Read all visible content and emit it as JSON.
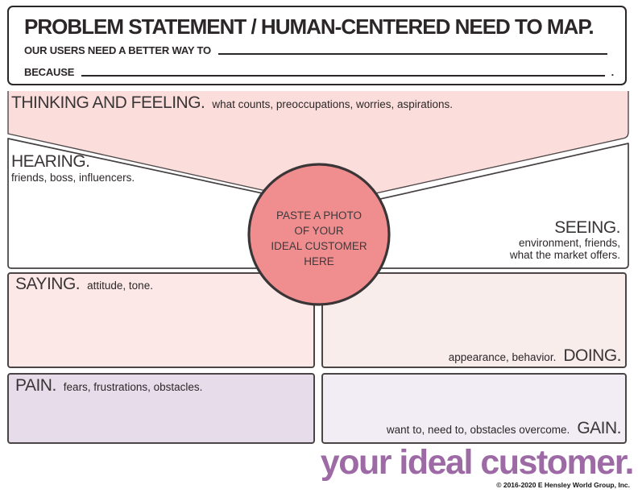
{
  "header": {
    "title": "PROBLEM STATEMENT / HUMAN-CENTERED NEED TO MAP.",
    "prompt_label": "OUR USERS NEED A BETTER WAY TO",
    "prompt_value": "",
    "because_label": "BECAUSE",
    "because_value": "",
    "because_suffix": "."
  },
  "thinking_feeling": {
    "title": "THINKING AND FEELING.",
    "subtitle": "what counts, preoccupations, worries, aspirations."
  },
  "hearing": {
    "title": "HEARING.",
    "subtitle": "friends, boss, influencers."
  },
  "seeing": {
    "title": "SEEING.",
    "subtitle_line1": "environment, friends,",
    "subtitle_line2": "what the market offers."
  },
  "saying": {
    "title": "SAYING.",
    "subtitle": "attitude, tone."
  },
  "doing": {
    "subtitle": "appearance, behavior.",
    "title": "DOING."
  },
  "pain": {
    "title": "PAIN.",
    "subtitle": "fears, frustrations, obstacles."
  },
  "gain": {
    "subtitle": "want to, need to, obstacles overcome.",
    "title": "GAIN."
  },
  "center_circle": {
    "lines": [
      "PASTE A PHOTO",
      "OF YOUR",
      "IDEAL CUSTOMER",
      "HERE"
    ]
  },
  "footer": {
    "tagline": "your ideal customer.",
    "copyright": "© 2016-2020 E Hensley World Group, Inc."
  },
  "colors": {
    "thinking_band": "#fbdedb",
    "circle_fill": "#ef8d8f",
    "circle_border": "#3a3536",
    "saying_box": "#fce9e7",
    "doing_box": "#f9edec",
    "pain_box": "#e6dcea",
    "gain_box": "#f2edf4",
    "outline": "#4b4546",
    "tagline": "#9d6aa6",
    "ink": "#2b2627"
  }
}
